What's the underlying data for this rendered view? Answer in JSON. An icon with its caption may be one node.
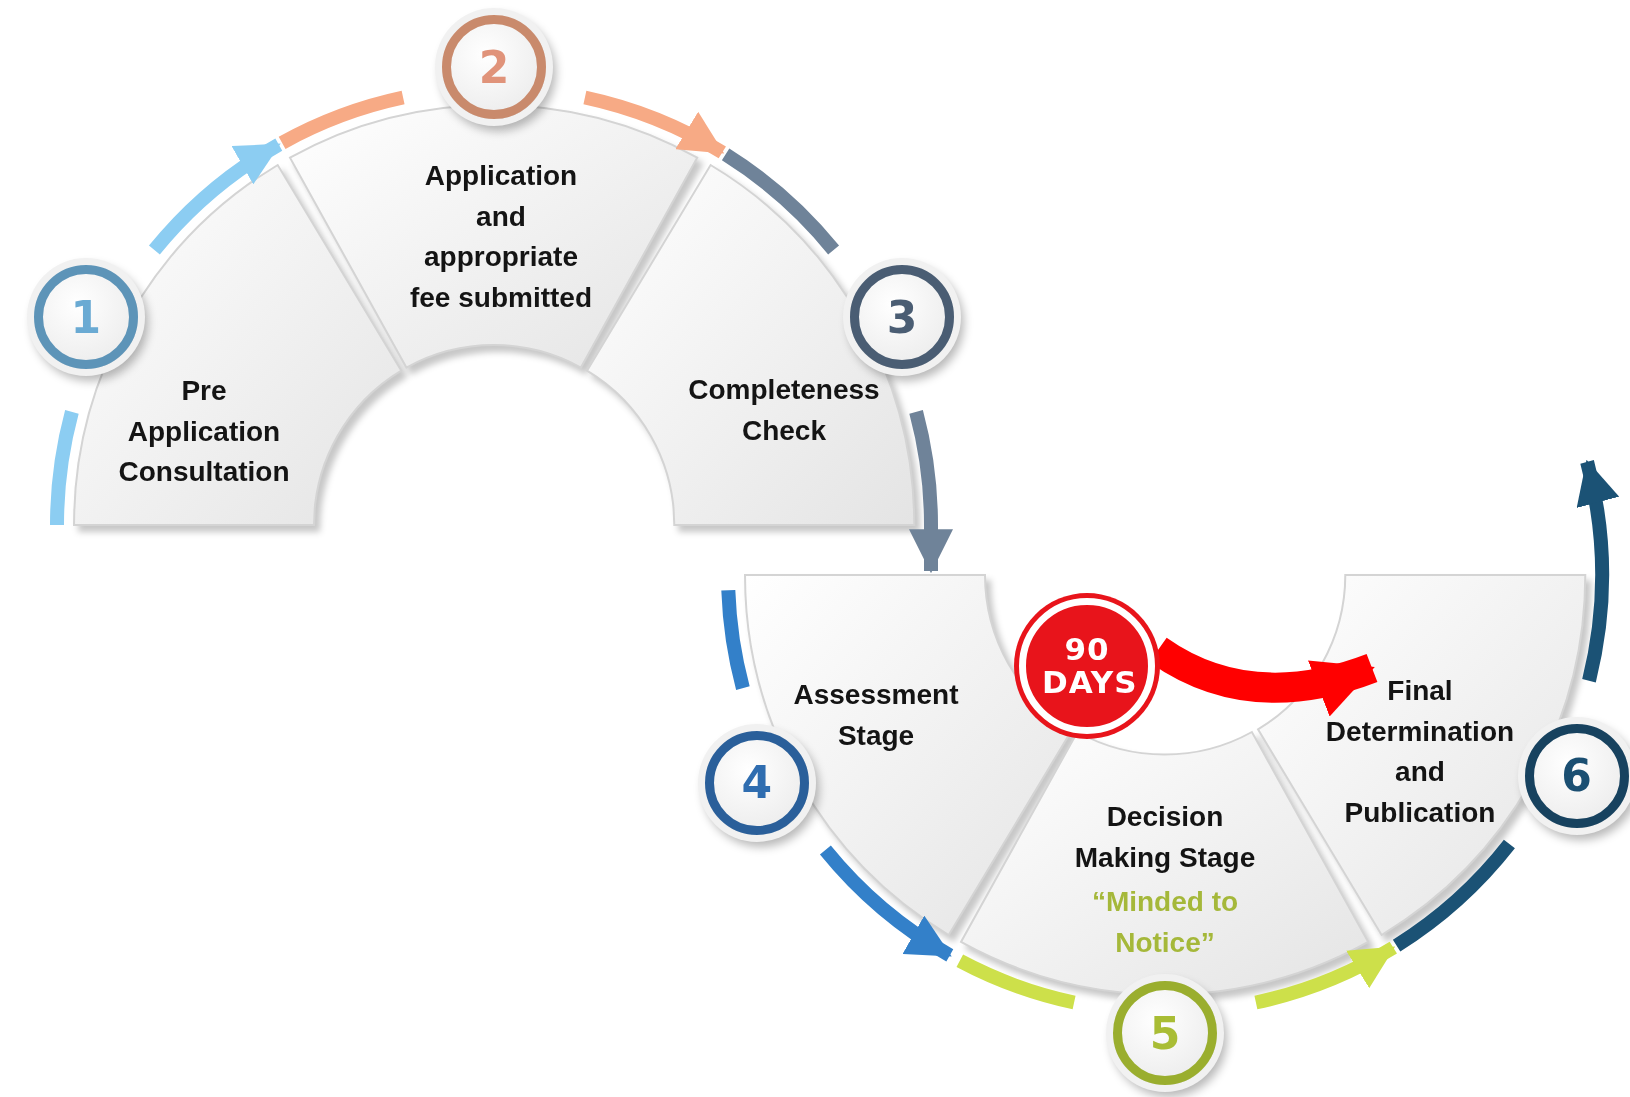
{
  "diagram": {
    "nodes": [
      {
        "text": [
          "Pre Application Consultation"
        ]
      },
      {
        "text": [
          "Application and appropriate fee submitted"
        ]
      },
      {
        "text": [
          "Completeness Check"
        ]
      },
      {
        "text": [
          "Assessment Stage"
        ]
      },
      {
        "text": [
          "Decision Making Stage",
          "“Minded to Notice”"
        ]
      },
      {
        "text": [
          "Final Determination and Publication"
        ]
      },
      {
        "text": [
          "1"
        ]
      },
      {
        "text": [
          "2"
        ]
      },
      {
        "text": [
          "3"
        ]
      },
      {
        "text": [
          "4"
        ]
      },
      {
        "text": [
          "5"
        ]
      },
      {
        "text": [
          "6"
        ]
      },
      {
        "text": [
          "90 DAYS"
        ]
      }
    ],
    "edges": [
      {
        "from": 0,
        "to": 1,
        "arrow": "to",
        "color": "#8ccdf2"
      },
      {
        "from": 1,
        "to": 2,
        "arrow": "to",
        "color": "#f7aa85"
      },
      {
        "from": 2,
        "to": 3,
        "arrow": "to",
        "color": "#6f8399"
      },
      {
        "from": 3,
        "to": 4,
        "arrow": "to",
        "color": "#3380c9"
      },
      {
        "from": 4,
        "to": 5,
        "arrow": "to",
        "color": "#cde04a"
      },
      {
        "from": 5,
        "to": null,
        "arrow": "to",
        "color": "#1b5275"
      },
      {
        "from": 12,
        "to": 5,
        "arrow": "to",
        "style": "thick",
        "color": "#ff0000"
      }
    ]
  }
}
